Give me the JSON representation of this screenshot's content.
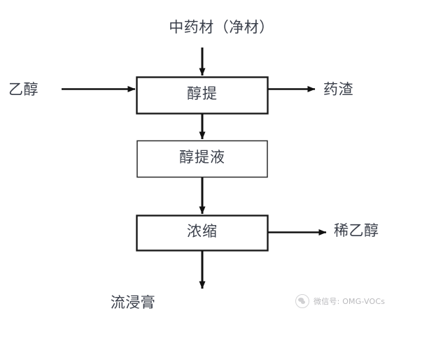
{
  "diagram": {
    "type": "process-flowchart",
    "title": "",
    "orientation": "vertical",
    "background_color": "#ffffff",
    "text_color": "#3a3f4a",
    "line_color": "#1a1a1a",
    "nodes": [
      {
        "id": "input-top",
        "label": "中药材（净材）",
        "kind": "label"
      },
      {
        "id": "input-left",
        "label": "乙醇",
        "kind": "label"
      },
      {
        "id": "process-1",
        "label": "醇提",
        "kind": "box"
      },
      {
        "id": "out-residue",
        "label": "药渣",
        "kind": "label"
      },
      {
        "id": "process-2",
        "label": "醇提液",
        "kind": "box"
      },
      {
        "id": "process-3",
        "label": "浓缩",
        "kind": "box"
      },
      {
        "id": "out-dilute",
        "label": "稀乙醇",
        "kind": "label"
      },
      {
        "id": "out-extract",
        "label": "流浸膏",
        "kind": "label"
      }
    ],
    "edges": [
      {
        "from": "input-top",
        "to": "process-1",
        "direction": "down"
      },
      {
        "from": "input-left",
        "to": "process-1",
        "direction": "right"
      },
      {
        "from": "process-1",
        "to": "out-residue",
        "direction": "right"
      },
      {
        "from": "process-1",
        "to": "process-2",
        "direction": "down"
      },
      {
        "from": "process-2",
        "to": "process-3",
        "direction": "down"
      },
      {
        "from": "process-3",
        "to": "out-dilute",
        "direction": "right"
      },
      {
        "from": "process-3",
        "to": "out-extract",
        "direction": "down"
      }
    ]
  },
  "watermark": {
    "text": "微信号: OMG-VOCs",
    "logo_icon": "wechat-logo-icon"
  }
}
